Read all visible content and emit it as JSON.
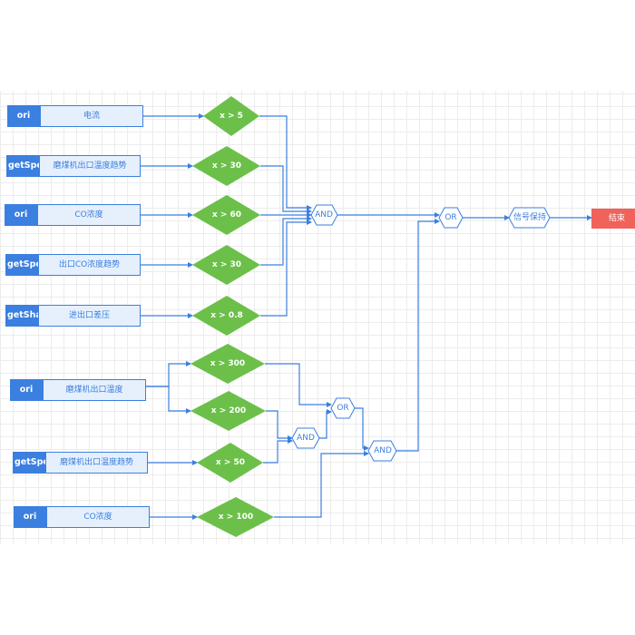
{
  "sources": [
    {
      "tag": "ori",
      "label": "电流"
    },
    {
      "tag": "getSpee",
      "label": "磨煤机出口温度趋势"
    },
    {
      "tag": "ori",
      "label": "CO浓度"
    },
    {
      "tag": "getSpee",
      "label": "出口CO浓度趋势"
    },
    {
      "tag": "getShak",
      "label": "进出口差压"
    },
    {
      "tag": "ori",
      "label": "磨煤机出口温度"
    },
    {
      "tag": "getSpee",
      "label": "磨煤机出口温度趋势"
    },
    {
      "tag": "ori",
      "label": "CO浓度"
    }
  ],
  "conditions": [
    "x > 5",
    "x > 30",
    "x > 60",
    "x > 30",
    "x > 0.8",
    "x > 300",
    "x > 200",
    "x > 50",
    "x > 100"
  ],
  "gates": {
    "and1": "AND",
    "or1": "OR",
    "and2": "AND",
    "or2": "OR",
    "and3": "AND"
  },
  "hold": "信号保持",
  "end": "结束",
  "colors": {
    "accent": "#3b7fe0",
    "condition": "#6cc04a",
    "end": "#f0625a",
    "gate_fill": "#ffffff"
  }
}
